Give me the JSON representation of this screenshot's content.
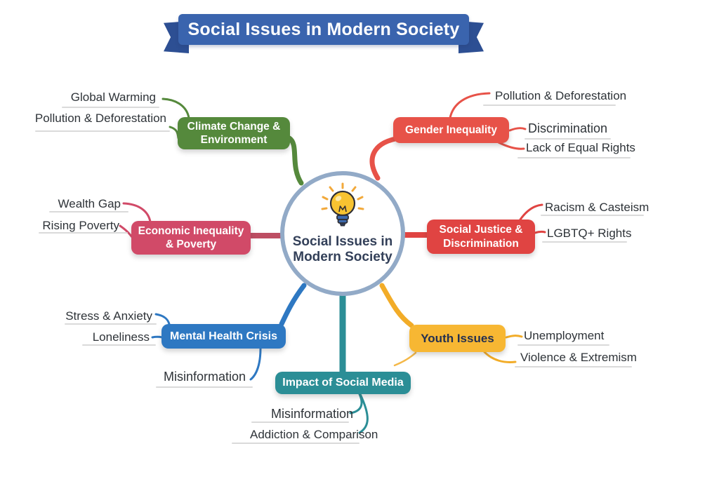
{
  "banner": {
    "title": "Social Issues in Modern Society",
    "color": "#3a64ae"
  },
  "center": {
    "line1": "Social Issues in",
    "line2": "Modern Society",
    "icon": "lightbulb-icon",
    "border_color": "#92aac7"
  },
  "nodes": {
    "climate": {
      "label": "Climate Change & Environment",
      "color": "#55893c",
      "branches": [
        "Global Warming",
        "Pollution & Deforestation"
      ]
    },
    "gender": {
      "label": "Gender Inequality",
      "color": "#e75248",
      "branches": [
        "Pollution & Deforestation",
        "Discrimination",
        "Lack of Equal Rights"
      ]
    },
    "economic": {
      "label": "Economic Inequality & Poverty",
      "color": "#d14a68",
      "branches": [
        "Wealth Gap",
        "Rising Poverty"
      ]
    },
    "justice": {
      "label": "Social Justice & Discrimination",
      "color": "#e04442",
      "branches": [
        "Racism & Casteism",
        "LGBTQ+ Rights"
      ]
    },
    "mental": {
      "label": "Mental Health Crisis",
      "color": "#2e78c2",
      "branches": [
        "Stress & Anxiety",
        "Loneliness",
        "Misinformation"
      ]
    },
    "youth": {
      "label": "Youth Issues",
      "color": "#f7b733",
      "branches": [
        "Unemployment",
        "Violence & Extremism"
      ]
    },
    "impact": {
      "label": "Impact of Social Media",
      "color": "#2b8e96",
      "branches": [
        "Misinformation",
        "Addiction & Comparison"
      ]
    }
  }
}
